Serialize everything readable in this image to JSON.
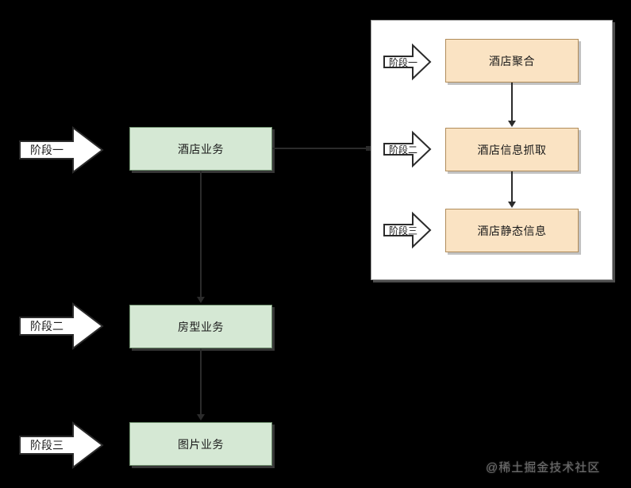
{
  "diagram": {
    "background_color": "#000000",
    "panel": {
      "background_color": "#ffffff",
      "border_color": "#9a9a9a"
    },
    "colors": {
      "green_fill": "#d5e8d4",
      "green_border": "#6f8f6e",
      "orange_fill": "#fae3c3",
      "orange_border": "#b08c5a",
      "connector": "#2b2b2b",
      "arrow_fill": "#ffffff",
      "arrow_border": "#2b2b2b"
    },
    "left_column": {
      "stages": [
        {
          "label": "阶段一"
        },
        {
          "label": "阶段二"
        },
        {
          "label": "阶段三"
        }
      ],
      "boxes": [
        {
          "label": "酒店业务"
        },
        {
          "label": "房型业务"
        },
        {
          "label": "图片业务"
        }
      ]
    },
    "right_panel": {
      "stages": [
        {
          "label": "阶段一"
        },
        {
          "label": "阶段二"
        },
        {
          "label": "阶段三"
        }
      ],
      "boxes": [
        {
          "label": "酒店聚合"
        },
        {
          "label": "酒店信息抓取"
        },
        {
          "label": "酒店静态信息"
        }
      ]
    },
    "watermark": {
      "text": "@稀土掘金技术社区"
    }
  }
}
